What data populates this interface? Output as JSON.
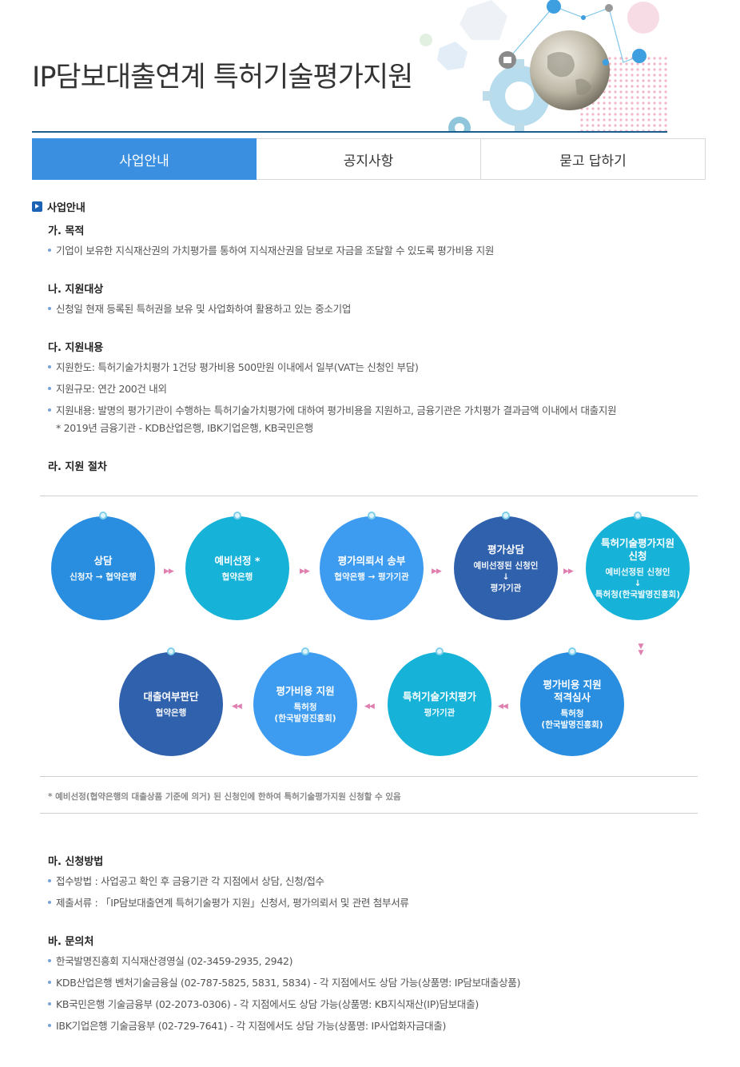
{
  "header": {
    "title": "IP담보대출연계 특허기술평가지원"
  },
  "tabs": [
    {
      "label": "사업안내",
      "active": true
    },
    {
      "label": "공지사항",
      "active": false
    },
    {
      "label": "묻고 답하기",
      "active": false
    }
  ],
  "content": {
    "heading": "사업안내",
    "purpose": {
      "title": "가. 목적",
      "items": [
        "기업이 보유한 지식재산권의 가치평가를 통하여 지식재산권을 담보로 자금을 조달할 수 있도록 평가비용 지원"
      ]
    },
    "target": {
      "title": "나. 지원대상",
      "items": [
        "신청일 현재 등록된 특허권을 보유 및 사업화하여 활용하고 있는 중소기업"
      ]
    },
    "support": {
      "title": "다. 지원내용",
      "items": [
        "지원한도: 특허기술가치평가 1건당 평가비용 500만원 이내에서 일부(VAT는 신청인 부담)",
        "지원규모: 연간 200건 내외",
        "지원내용: 발명의 평가기관이 수행하는 특허기술가치평가에 대하여 평가비용을 지원하고, 금융기관은 가치평가 결과금액 이내에서 대출지원"
      ],
      "note": "* 2019년 금융기관 - KDB산업은행, IBK기업은행, KB국민은행"
    },
    "procedure": {
      "title": "라. 지원 절차",
      "steps": [
        {
          "title": "상담",
          "sub": "신청자 → 협약은행"
        },
        {
          "title": "예비선정 *",
          "sub": "협약은행"
        },
        {
          "title": "평가의뢰서 송부",
          "sub": "협약은행 → 평가기관"
        },
        {
          "title": "평가상담",
          "sub1": "예비선정된 신청인",
          "sub2": "평가기관"
        },
        {
          "title1": "특허기술평가지원",
          "title2": "신청",
          "sub1": "예비선정된 신청인",
          "sub2": "특허청(한국발명진흥회)"
        },
        {
          "title1": "평가비용 지원",
          "title2": "적격심사",
          "sub1": "특허청",
          "sub2": "(한국발명진흥회)"
        },
        {
          "title": "특허기술가치평가",
          "sub": "평가기관"
        },
        {
          "title": "평가비용 지원",
          "sub1": "특허청",
          "sub2": "(한국발명진흥회)"
        },
        {
          "title": "대출여부판단",
          "sub": "협약은행"
        }
      ],
      "arrow_right": "▶▶",
      "arrow_left": "◀◀",
      "arrow_down": "▼▼",
      "footnote": "* 예비선정(협약은행의 대출상품 기준에 의거) 된 신청인에 한하여 특허기술평가지원 신청할 수 있음"
    },
    "method": {
      "title": "마. 신청방법",
      "items": [
        "접수방법 : 사업공고 확인 후 금융기관 각 지점에서 상담, 신청/접수",
        "제출서류 : 「IP담보대출연계 특허기술평가 지원」신청서, 평가의뢰서 및 관련 첨부서류"
      ]
    },
    "contact": {
      "title": "바. 문의처",
      "items": [
        "한국발명진흥회 지식재산경영실 (02-3459-2935, 2942)",
        "KDB산업은행 벤처기술금융실 (02-787-5825, 5831, 5834) - 각 지점에서도 상담 가능(상품명: IP담보대출상품)",
        "KB국민은행 기술금융부 (02-2073-0306) - 각 지점에서도 상담 가능(상품명: KB지식재산(IP)담보대출)",
        "IBK기업은행 기술금융부 (02-729-7641) - 각 지점에서도 상담 가능(상품명: IP사업화자금대출)"
      ]
    }
  },
  "colors": {
    "tab_active": "#3b8fe0",
    "header_line": "#1b5e8e",
    "step_blue": "#1e6fc8",
    "step_cyan": "#17b2d8",
    "step_navy": "#2f61ad",
    "arrow": "#e07fb0"
  }
}
